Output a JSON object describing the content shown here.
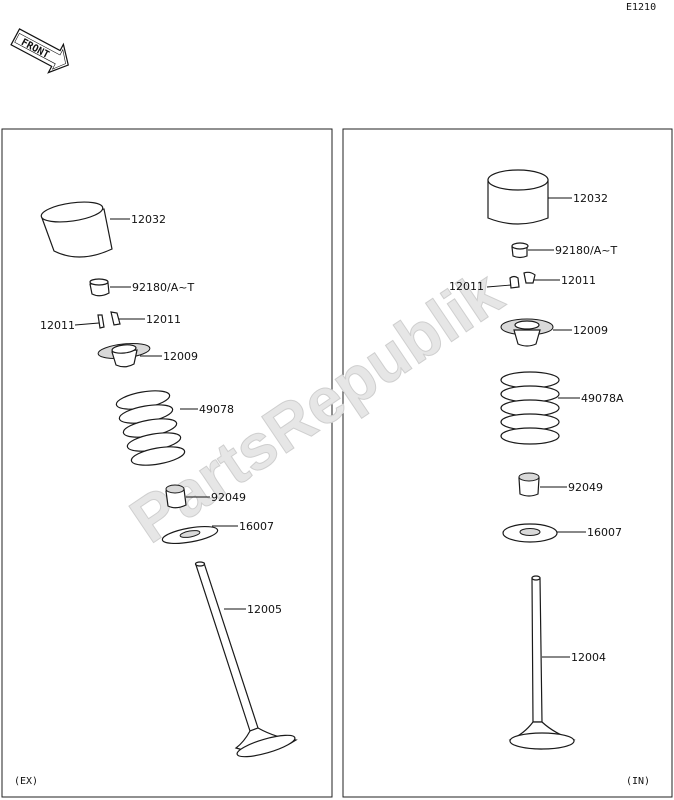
{
  "diagram_code": "E1210",
  "front_arrow_label": "FRONT",
  "watermark": "PartsRepublik",
  "panels": {
    "left": {
      "caption": "(EX)",
      "labels": {
        "tappet": "12032",
        "shim": "92180/A~T",
        "keeper_left": "12011",
        "keeper_right": "12011",
        "retainer": "12009",
        "spring": "49078",
        "seal": "92049",
        "seat": "16007",
        "valve": "12005"
      }
    },
    "right": {
      "caption": "(IN)",
      "labels": {
        "tappet": "12032",
        "shim": "92180/A~T",
        "keeper_left": "12011",
        "keeper_right": "12011",
        "retainer": "12009",
        "spring": "49078A",
        "seal": "92049",
        "seat": "16007",
        "valve": "12004"
      }
    }
  }
}
